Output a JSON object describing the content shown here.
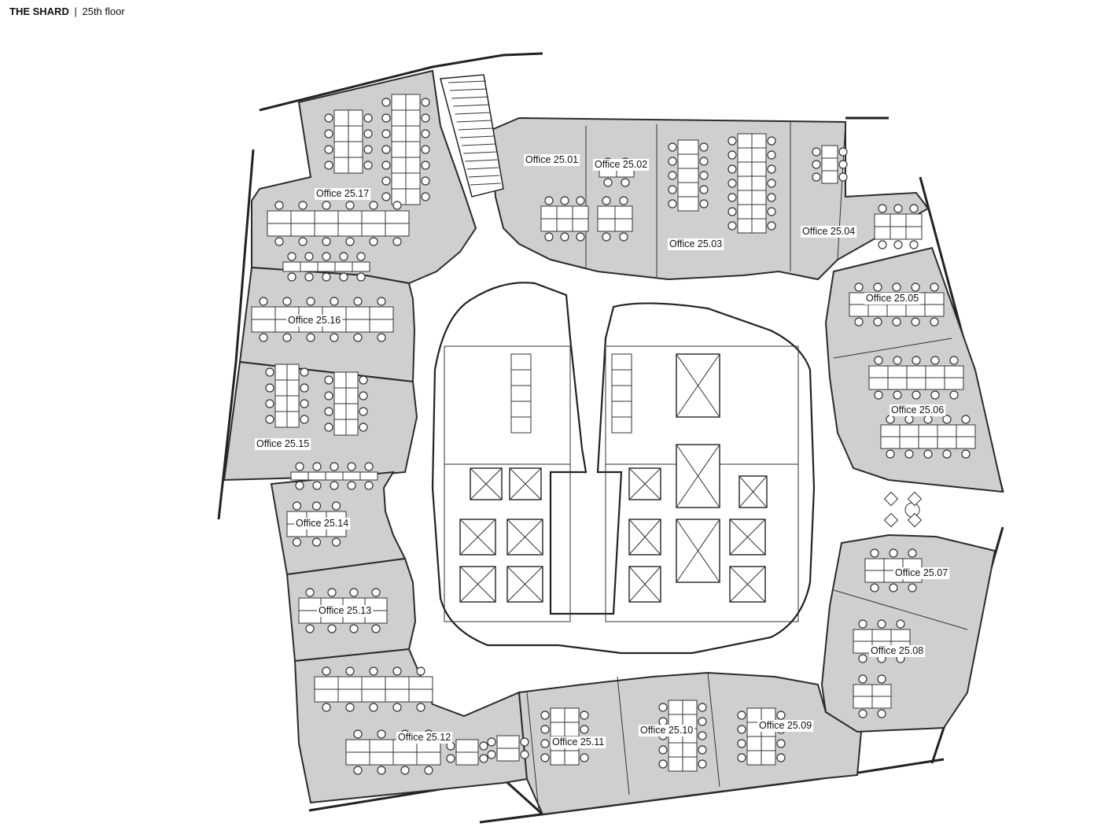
{
  "header": {
    "building": "THE SHARD",
    "separator": "|",
    "floor": "25th floor"
  },
  "offices": [
    {
      "id": "office-25-01",
      "label": "Office 25.01"
    },
    {
      "id": "office-25-02",
      "label": "Office 25.02"
    },
    {
      "id": "office-25-03",
      "label": "Office 25.03"
    },
    {
      "id": "office-25-04",
      "label": "Office 25.04"
    },
    {
      "id": "office-25-05",
      "label": "Office 25.05"
    },
    {
      "id": "office-25-06",
      "label": "Office 25.06"
    },
    {
      "id": "office-25-07",
      "label": "Office 25.07"
    },
    {
      "id": "office-25-08",
      "label": "Office 25.08"
    },
    {
      "id": "office-25-09",
      "label": "Office 25.09"
    },
    {
      "id": "office-25-10",
      "label": "Office 25.10"
    },
    {
      "id": "office-25-11",
      "label": "Office 25.11"
    },
    {
      "id": "office-25-12",
      "label": "Office 25.12"
    },
    {
      "id": "office-25-13",
      "label": "Office 25.13"
    },
    {
      "id": "office-25-14",
      "label": "Office 25.14"
    },
    {
      "id": "office-25-15",
      "label": "Office 25.15"
    },
    {
      "id": "office-25-16",
      "label": "Office 25.16"
    },
    {
      "id": "office-25-17",
      "label": "Office 25.17"
    }
  ],
  "colors": {
    "office_fill": "#cfcfcf",
    "background": "#ffffff",
    "line": "#2b2b2b"
  }
}
